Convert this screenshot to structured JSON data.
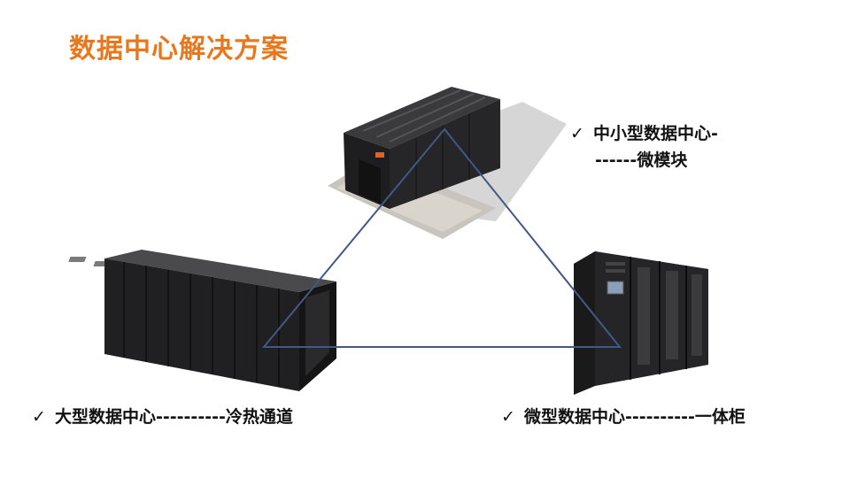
{
  "slide": {
    "title": "数据中心解决方案",
    "check_glyph": "✓",
    "labels": {
      "mid_line1": "中小型数据中心-",
      "mid_line2": "------微模块",
      "large": "大型数据中心----------冷热通道",
      "micro": "微型数据中心----------一体柜"
    }
  },
  "colors": {
    "title": "#e8781e",
    "triangle": "#3f5a86",
    "rack": "#1c1c1e"
  },
  "icons": [
    "micromodule-rack-image",
    "cold-hot-aisle-rack-image",
    "integrated-cabinet-image"
  ]
}
